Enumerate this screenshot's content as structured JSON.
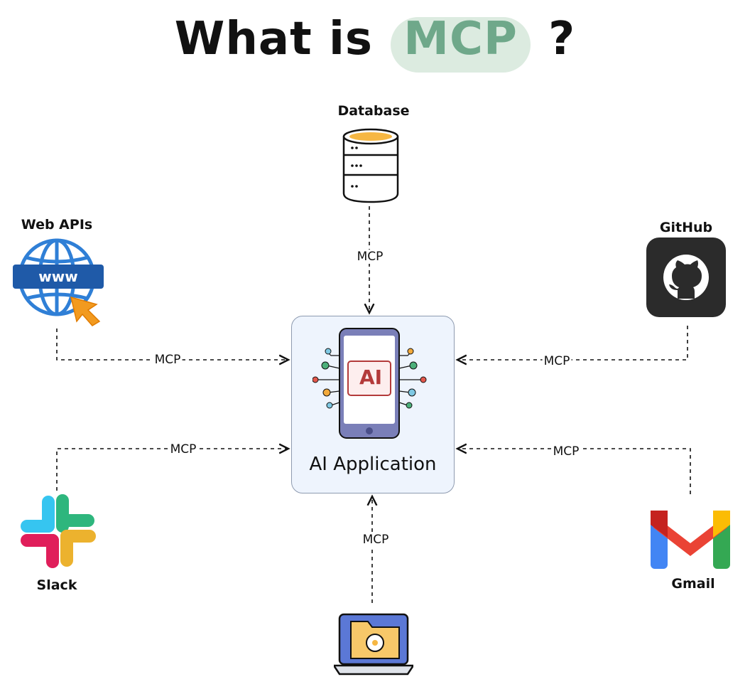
{
  "title": {
    "prefix": "What is",
    "highlight": "MCP",
    "suffix": "?"
  },
  "center": {
    "label": "AI Application",
    "badge": "AI"
  },
  "nodes": {
    "database": {
      "label": "Database"
    },
    "web_apis": {
      "label": "Web APIs",
      "www": "www"
    },
    "github": {
      "label": "GitHub"
    },
    "slack": {
      "label": "Slack"
    },
    "gmail": {
      "label": "Gmail"
    }
  },
  "edge_label": "MCP",
  "colors": {
    "highlight_text": "#6fa88a",
    "highlight_bg": "#dcebe0",
    "center_fill": "#eef4fd",
    "center_stroke": "#8e9bb0",
    "phone_frame": "#7a7fb8",
    "ai_red": "#b33a3a",
    "github_bg": "#2b2b2b",
    "globe_blue": "#2f7fd6",
    "cursor_orange": "#f29a1f",
    "db_top": "#f6b743"
  },
  "icons": [
    "database-icon",
    "globe-www-icon",
    "github-icon",
    "slack-icon",
    "gmail-icon",
    "laptop-folder-icon",
    "phone-ai-icon"
  ]
}
